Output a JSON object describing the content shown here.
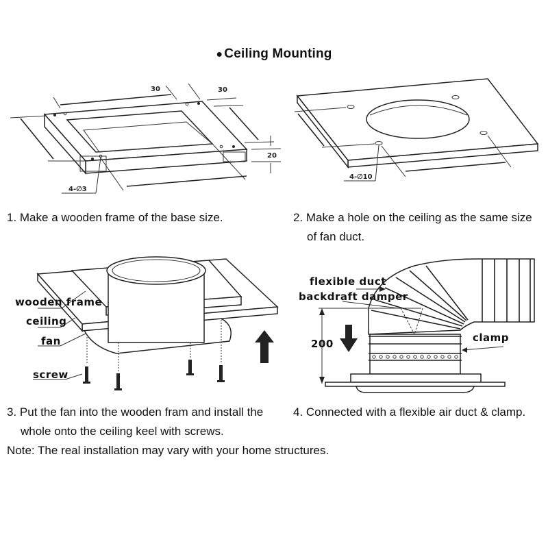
{
  "title": {
    "bullet": "●",
    "text": "Ceiling Mounting"
  },
  "figures": {
    "frame": {
      "dim_top": "30",
      "dim_right": "30",
      "dim_height": "20",
      "hole_callout": "4-∅3"
    },
    "ceiling_hole": {
      "hole_callout": "4-∅10"
    },
    "assembly": {
      "labels": [
        "wooden frame",
        "ceiling",
        "fan",
        "screw"
      ],
      "arrow": "up-arrow"
    },
    "duct": {
      "labels": [
        "flexible duct",
        "backdraft damper",
        "clamp"
      ],
      "height_value": "200",
      "arrow": "down-arrow"
    }
  },
  "steps": [
    {
      "line1": "1. Make a wooden frame of the base size.",
      "line2": ""
    },
    {
      "line1": "2. Make a hole on the ceiling as the same size",
      "line2": "of fan duct."
    },
    {
      "line1": "3. Put the fan into the wooden fram and install the",
      "line2": "whole onto the ceiling keel with screws."
    },
    {
      "line1": "4. Connected with a flexible air duct & clamp.",
      "line2": ""
    }
  ],
  "note": "Note: The real installation may vary with your home structures."
}
